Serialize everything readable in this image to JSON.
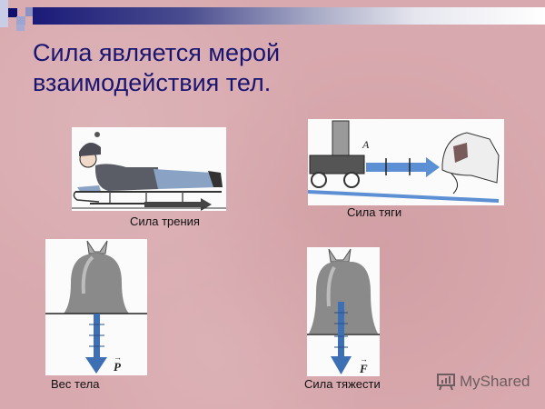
{
  "slide": {
    "title_line1": "Сила  является мерой",
    "title_line2": "взаимодействия тел.",
    "accent_color": "#1a1570"
  },
  "figures": [
    {
      "id": "friction",
      "caption": "Сила трения",
      "label": ""
    },
    {
      "id": "traction",
      "caption": "Сила тяги",
      "label": "A"
    },
    {
      "id": "weight",
      "caption": "Вес тела",
      "label": "P"
    },
    {
      "id": "gravity",
      "caption": "Сила тяжести",
      "label": "F"
    }
  ],
  "watermark": {
    "text": "MyShared",
    "icon": "presentation-board-icon"
  }
}
